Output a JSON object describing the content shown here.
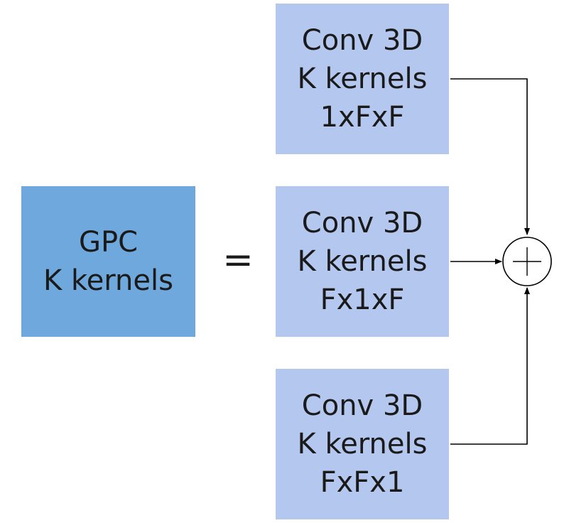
{
  "colors": {
    "gpc_fill": "#6fa8dc",
    "conv_fill": "#b4c7ee",
    "line": "#000000",
    "text": "#1a1a1a"
  },
  "gpc": {
    "line1": "GPC",
    "line2": "K kernels"
  },
  "equals_sign": "=",
  "conv_blocks": [
    {
      "line1": "Conv 3D",
      "line2": "K kernels",
      "line3": "1xFxF"
    },
    {
      "line1": "Conv 3D",
      "line2": "K kernels",
      "line3": "Fx1xF"
    },
    {
      "line1": "Conv 3D",
      "line2": "K kernels",
      "line3": "FxFx1"
    }
  ],
  "sum_node": {
    "symbol": "plus-in-circle"
  }
}
